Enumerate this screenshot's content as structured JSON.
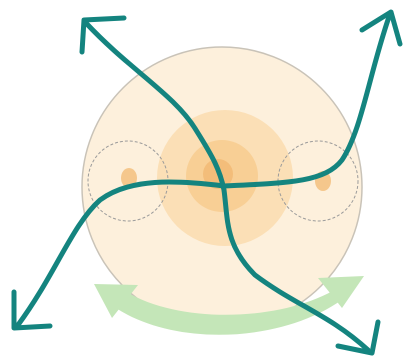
{
  "diagram": {
    "type": "spiral-expansion-diagram",
    "colors": {
      "background": "#ffffff",
      "outer_disc_fill": "#fdf0dc",
      "outer_disc_stroke": "#c9c3b8",
      "halo_outer": "#fbdfb6",
      "halo_inner": "#f8cf95",
      "center_core": "#f3bd7a",
      "side_circle_stroke": "#9b9b9b",
      "side_dot": "#f5c78c",
      "spiral_arms": "#14847f",
      "rotation_arrow": "#c4e6b8"
    },
    "elements": {
      "spiral_arm_count": 4,
      "arrowheads_on_arms": true,
      "side_circles": 2,
      "side_circle_style": "dashed",
      "rotation_indicator": "curved-double-arrow",
      "rotation_direction": "both"
    }
  }
}
